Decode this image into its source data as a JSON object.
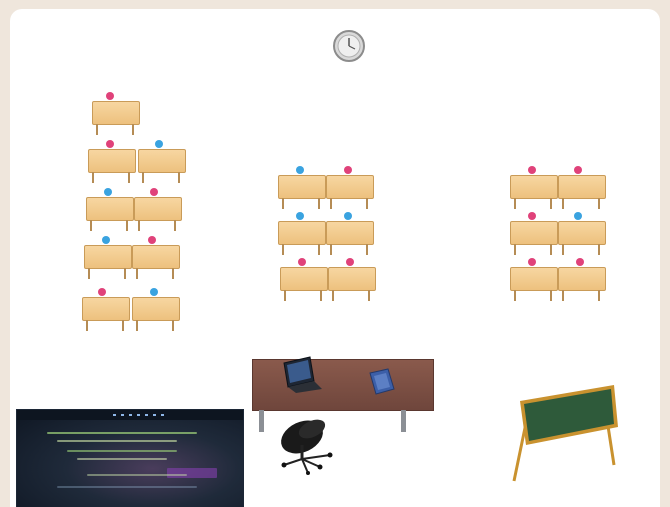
{
  "scene": {
    "background_color": "#efe6dc",
    "canvas_color": "#ffffff",
    "icons": {
      "clock": "wall-clock-icon",
      "laptop": "laptop-icon",
      "book": "book-icon",
      "chair": "office-chair-icon",
      "chalkboard": "chalkboard-icon"
    },
    "colors": {
      "desk": "#f4cf95",
      "student_boy": "#3aa3e0",
      "student_girl": "#e0427a",
      "teacher_desk": "#7b4e43",
      "chalkboard": "#2e5a3a"
    },
    "desk_groups": [
      {
        "name": "left-group",
        "rows": 5,
        "desks": 9
      },
      {
        "name": "center-group",
        "rows": 3,
        "desks": 6
      },
      {
        "name": "right-group",
        "rows": 3,
        "desks": 6
      }
    ]
  }
}
